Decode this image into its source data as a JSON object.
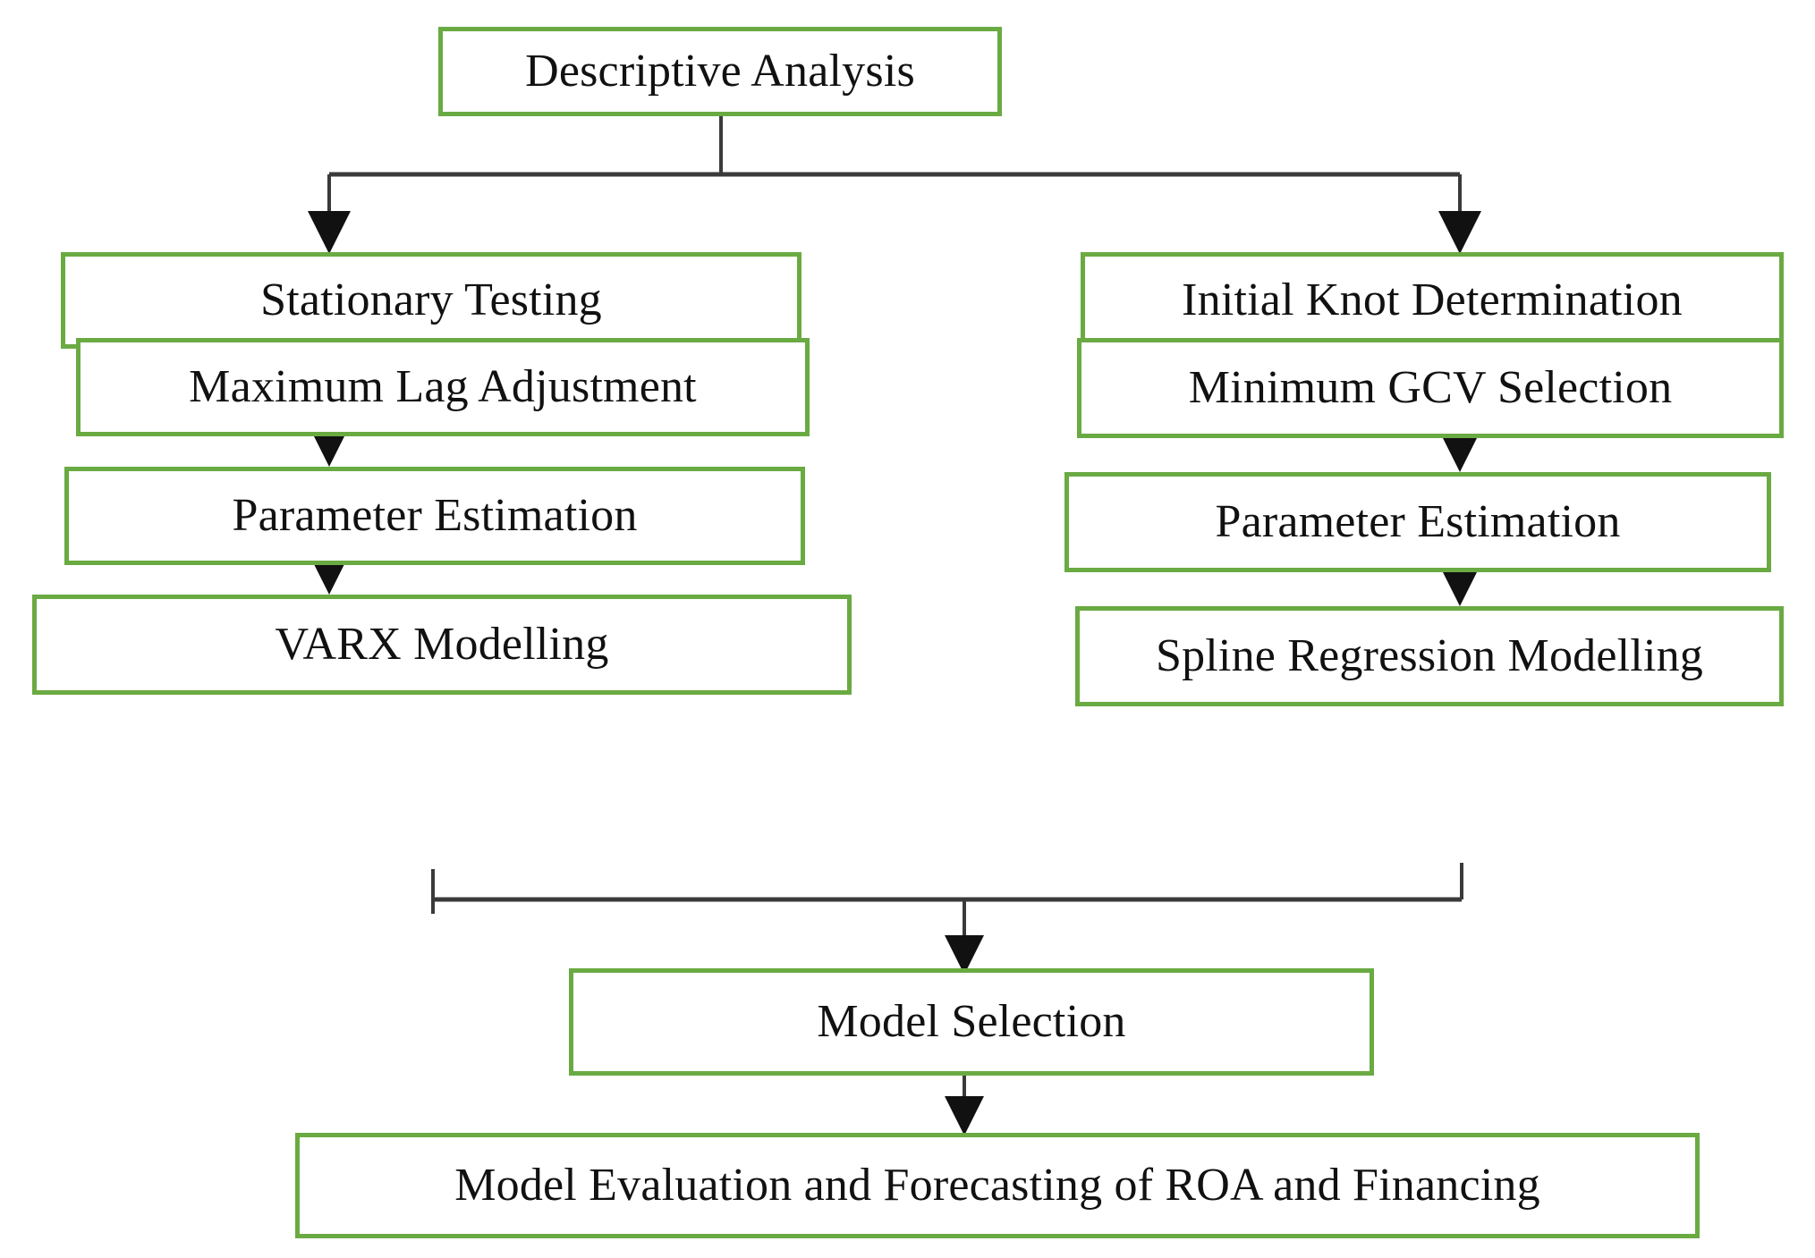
{
  "diagram": {
    "type": "flowchart",
    "title": "Research Methodology Flowchart",
    "accent_color": "#6aaa42",
    "connector_color": "#3a3a3a",
    "background": "#ffffff",
    "nodes": {
      "descriptive_analysis": "Descriptive Analysis",
      "stationary_testing": "Stationary Testing",
      "maximum_lag_adjustment": "Maximum Lag Adjustment",
      "parameter_estimation_left": "Parameter Estimation",
      "varx_modelling": "VARX Modelling",
      "initial_knot_determination": "Initial Knot Determination",
      "minimum_gcv_selection": "Minimum GCV Selection",
      "parameter_estimation_right": "Parameter Estimation",
      "spline_regression_modelling": "Spline Regression  Modelling",
      "model_selection": "Model Selection",
      "model_evaluation": "Model Evaluation and Forecasting of ROA and Financing"
    },
    "edges": [
      {
        "from": "descriptive_analysis",
        "to": "stationary_testing"
      },
      {
        "from": "descriptive_analysis",
        "to": "initial_knot_determination"
      },
      {
        "from": "stationary_testing",
        "to": "maximum_lag_adjustment"
      },
      {
        "from": "maximum_lag_adjustment",
        "to": "parameter_estimation_left"
      },
      {
        "from": "parameter_estimation_left",
        "to": "varx_modelling"
      },
      {
        "from": "initial_knot_determination",
        "to": "minimum_gcv_selection"
      },
      {
        "from": "minimum_gcv_selection",
        "to": "parameter_estimation_right"
      },
      {
        "from": "parameter_estimation_right",
        "to": "spline_regression_modelling"
      },
      {
        "from": "varx_modelling",
        "to": "model_selection"
      },
      {
        "from": "spline_regression_modelling",
        "to": "model_selection"
      },
      {
        "from": "model_selection",
        "to": "model_evaluation"
      }
    ]
  }
}
